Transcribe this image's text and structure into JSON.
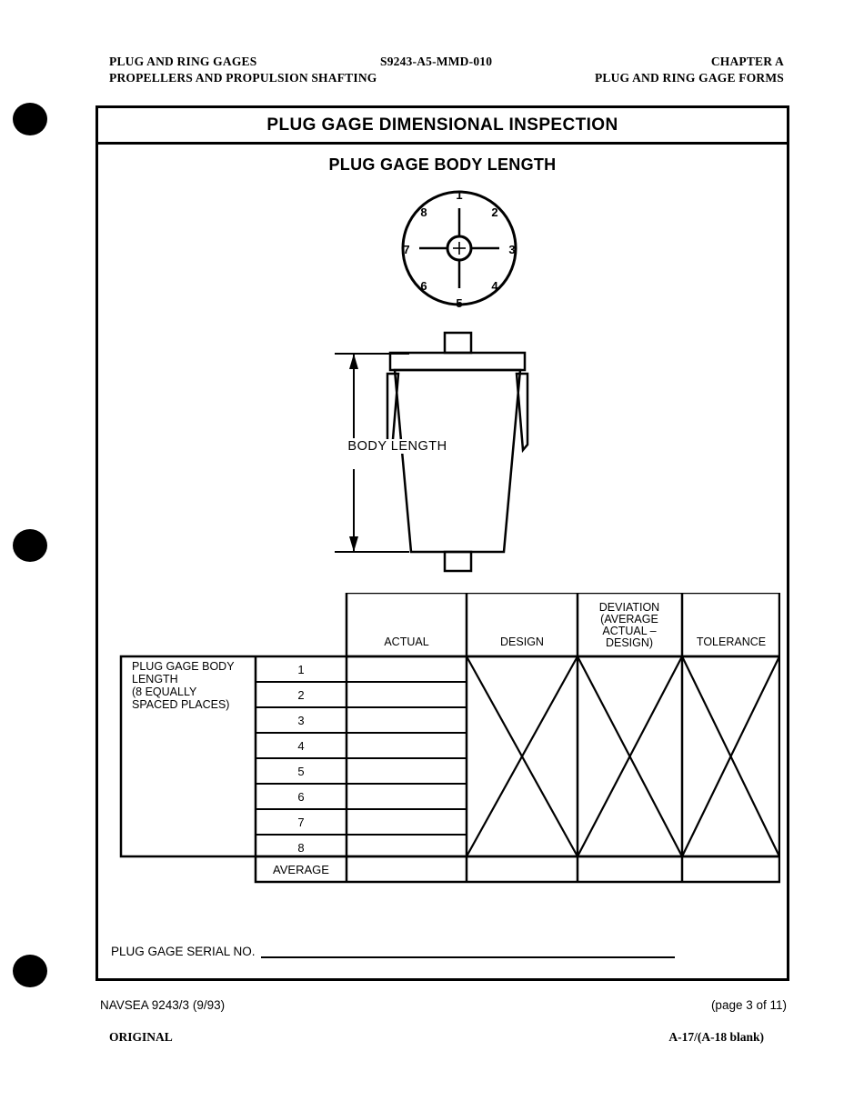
{
  "header": {
    "left_line1": "PLUG AND RING GAGES",
    "left_line2": "PROPELLERS AND PROPULSION SHAFTING",
    "center_doc_id": "S9243-A5-MMD-010",
    "right_line1": "CHAPTER A",
    "right_line2": "PLUG AND RING GAGE FORMS"
  },
  "form": {
    "title": "PLUG GAGE DIMENSIONAL INSPECTION",
    "subtitle": "PLUG GAGE BODY LENGTH",
    "serial_label": "PLUG GAGE SERIAL NO.",
    "serial_value": ""
  },
  "clock_diagram": {
    "positions": [
      "1",
      "2",
      "3",
      "4",
      "5",
      "6",
      "7",
      "8"
    ]
  },
  "gage_drawing": {
    "dimension_label": "BODY LENGTH"
  },
  "table": {
    "row_group_label_lines": [
      "PLUG GAGE BODY",
      "LENGTH",
      "(8 EQUALLY",
      "SPACED PLACES)"
    ],
    "columns": [
      {
        "id": "actual",
        "label": "ACTUAL",
        "label_lines": [
          "ACTUAL"
        ],
        "crossed": false
      },
      {
        "id": "design",
        "label": "DESIGN",
        "label_lines": [
          "DESIGN"
        ],
        "crossed": true
      },
      {
        "id": "deviation",
        "label": "DEVIATION (AVERAGE ACTUAL – DESIGN)",
        "label_lines": [
          "DEVIATION",
          "(AVERAGE",
          "ACTUAL –",
          "DESIGN)"
        ],
        "crossed": true
      },
      {
        "id": "tolerance",
        "label": "TOLERANCE",
        "label_lines": [
          "TOLERANCE"
        ],
        "crossed": true
      }
    ],
    "rows": [
      {
        "index": "1",
        "actual": "",
        "design": "",
        "deviation": "",
        "tolerance": ""
      },
      {
        "index": "2",
        "actual": "",
        "design": "",
        "deviation": "",
        "tolerance": ""
      },
      {
        "index": "3",
        "actual": "",
        "design": "",
        "deviation": "",
        "tolerance": ""
      },
      {
        "index": "4",
        "actual": "",
        "design": "",
        "deviation": "",
        "tolerance": ""
      },
      {
        "index": "5",
        "actual": "",
        "design": "",
        "deviation": "",
        "tolerance": ""
      },
      {
        "index": "6",
        "actual": "",
        "design": "",
        "deviation": "",
        "tolerance": ""
      },
      {
        "index": "7",
        "actual": "",
        "design": "",
        "deviation": "",
        "tolerance": ""
      },
      {
        "index": "8",
        "actual": "",
        "design": "",
        "deviation": "",
        "tolerance": ""
      }
    ],
    "average_row": {
      "index": "AVERAGE",
      "actual": "",
      "design": "",
      "deviation": "",
      "tolerance": ""
    }
  },
  "footer": {
    "form_number": "NAVSEA 9243/3 (9/93)",
    "page_note": "(page 3 of 11)",
    "revision": "ORIGINAL",
    "page_id": "A-17/(A-18 blank)"
  },
  "colors": {
    "ink": "#000000",
    "paper": "#ffffff"
  }
}
